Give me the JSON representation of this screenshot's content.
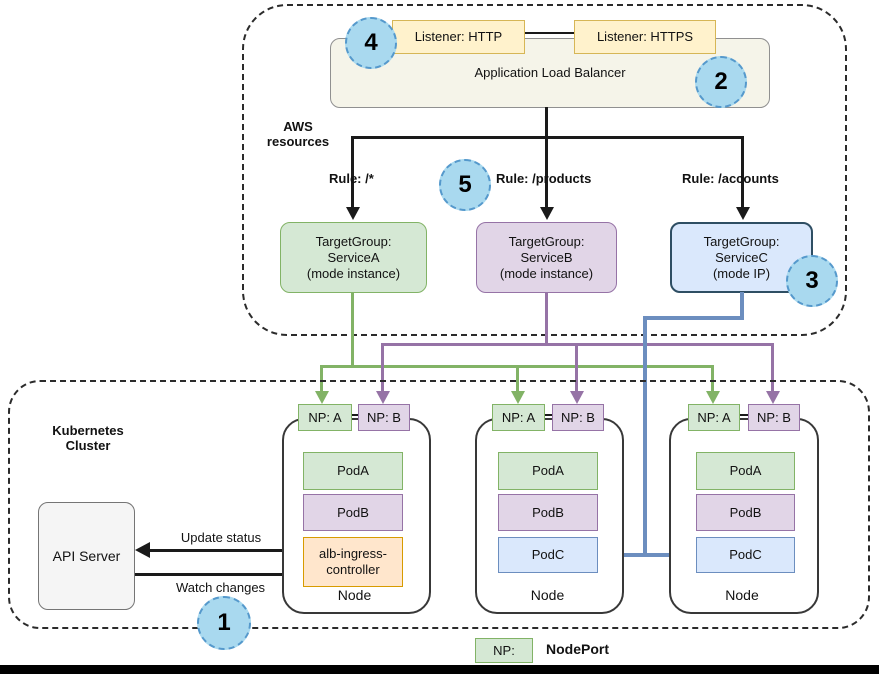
{
  "colors": {
    "green_fill": "#d5e8d4",
    "green_stroke": "#82b366",
    "purple_fill": "#e1d5e7",
    "purple_stroke": "#9673a6",
    "blue_fill": "#dae8fc",
    "blue_stroke": "#6c8ebf",
    "yellow_fill": "#fff2cc",
    "yellow_stroke": "#d6b656",
    "orange_fill": "#ffe6cc",
    "orange_stroke": "#d79b00",
    "badge_fill": "#a9d9ef",
    "badge_stroke": "#5599cc",
    "alb_fill": "#f5f4e9",
    "api_fill": "#f5f5f5",
    "targetgroup_c_stroke": "#2e4e63"
  },
  "aws": {
    "section_label": "AWS resources",
    "alb_label": "Application Load Balancer",
    "listeners": [
      "Listener: HTTP",
      "Listener: HTTPS"
    ],
    "rules": [
      "Rule: /*",
      "Rule: /products",
      "Rule: /accounts"
    ],
    "target_groups": [
      {
        "title": "TargetGroup:",
        "name": "ServiceA",
        "mode": "(mode instance)"
      },
      {
        "title": "TargetGroup:",
        "name": "ServiceB",
        "mode": "(mode instance)"
      },
      {
        "title": "TargetGroup:",
        "name": "ServiceC",
        "mode": "(mode IP)"
      }
    ]
  },
  "badges": {
    "b1": "1",
    "b2": "2",
    "b3": "3",
    "b4": "4",
    "b5": "5"
  },
  "k8s": {
    "section_label": "Kubernetes Cluster",
    "api_server": "API Server",
    "update_arrow_label": "Update status",
    "watch_arrow_label": "Watch changes",
    "np_a": "NP: A",
    "np_b": "NP: B",
    "node_label": "Node",
    "nodes": [
      {
        "pods": [
          "PodA",
          "PodB",
          "alb-ingress-controller"
        ]
      },
      {
        "pods": [
          "PodA",
          "PodB",
          "PodC"
        ]
      },
      {
        "pods": [
          "PodA",
          "PodB",
          "PodC"
        ]
      }
    ]
  },
  "legend": {
    "np": "NP:",
    "label": "NodePort"
  }
}
